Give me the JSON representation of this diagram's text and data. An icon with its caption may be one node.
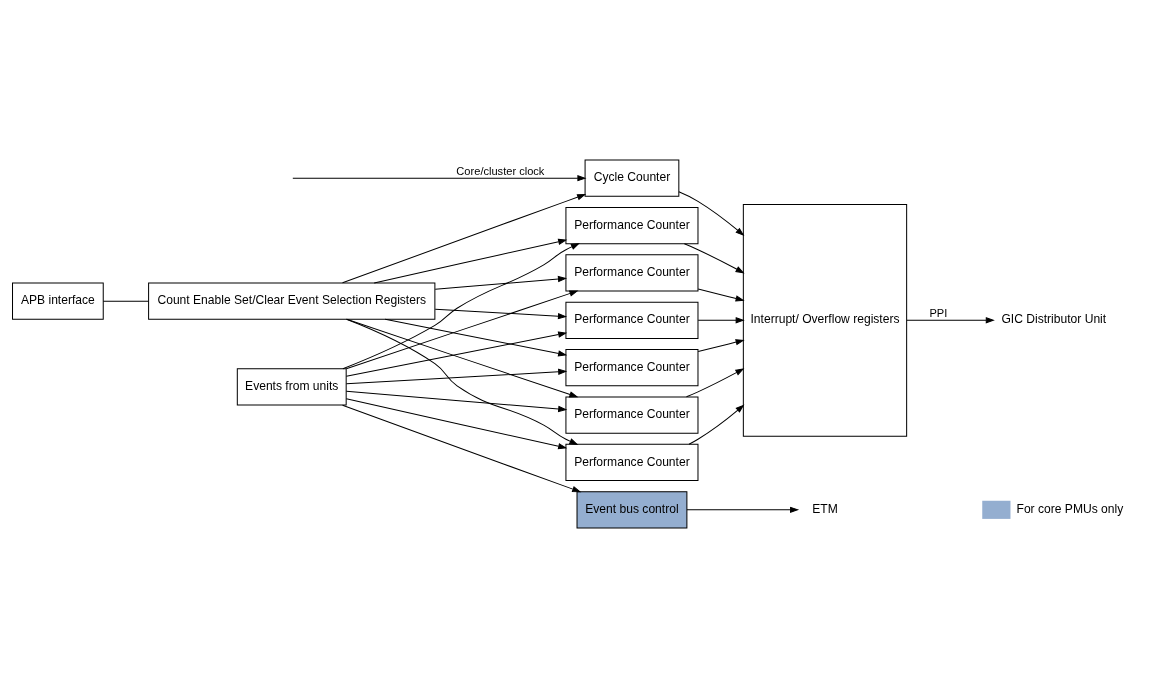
{
  "diagram": {
    "nodes": [
      {
        "text": [
          "APB interface"
        ]
      },
      {
        "text": [
          "Count Enable Set/Clear Event Selection Registers"
        ]
      },
      {
        "text": [
          "Cycle Counter"
        ]
      },
      {
        "text": [
          "Events from units"
        ]
      },
      {
        "text": [
          "Performance Counter"
        ]
      },
      {
        "text": [
          "Performance Counter"
        ]
      },
      {
        "text": [
          "Performance Counter"
        ]
      },
      {
        "text": [
          "Performance Counter"
        ]
      },
      {
        "text": [
          "Performance Counter"
        ]
      },
      {
        "text": [
          "Performance Counter"
        ]
      },
      {
        "text": [
          "Event bus control"
        ]
      },
      {
        "text": [
          "Interrupt/ Overflow registers"
        ]
      },
      {
        "text": [
          "GIC Distributor Unit"
        ]
      },
      {
        "text": [
          "ETM"
        ]
      }
    ],
    "edges": [
      {
        "from": 0,
        "to": 1,
        "arrow": "none"
      },
      {
        "from": null,
        "to": 2,
        "arrow": "to",
        "label": "Core/cluster clock"
      },
      {
        "from": 1,
        "to": 2,
        "arrow": "to"
      },
      {
        "from": 1,
        "to": 4,
        "arrow": "to"
      },
      {
        "from": 1,
        "to": 5,
        "arrow": "to"
      },
      {
        "from": 1,
        "to": 6,
        "arrow": "to"
      },
      {
        "from": 1,
        "to": 7,
        "arrow": "to"
      },
      {
        "from": 1,
        "to": 8,
        "arrow": "to"
      },
      {
        "from": 1,
        "to": 9,
        "arrow": "to"
      },
      {
        "from": 3,
        "to": 4,
        "arrow": "to"
      },
      {
        "from": 3,
        "to": 5,
        "arrow": "to"
      },
      {
        "from": 3,
        "to": 6,
        "arrow": "to"
      },
      {
        "from": 3,
        "to": 7,
        "arrow": "to"
      },
      {
        "from": 3,
        "to": 8,
        "arrow": "to"
      },
      {
        "from": 3,
        "to": 9,
        "arrow": "to"
      },
      {
        "from": 3,
        "to": 10,
        "arrow": "to"
      },
      {
        "from": 2,
        "to": 11,
        "arrow": "to"
      },
      {
        "from": 4,
        "to": 11,
        "arrow": "to"
      },
      {
        "from": 5,
        "to": 11,
        "arrow": "to"
      },
      {
        "from": 6,
        "to": 11,
        "arrow": "to"
      },
      {
        "from": 7,
        "to": 11,
        "arrow": "to"
      },
      {
        "from": 8,
        "to": 11,
        "arrow": "to"
      },
      {
        "from": 9,
        "to": 11,
        "arrow": "to"
      },
      {
        "from": 11,
        "to": 12,
        "arrow": "to",
        "label": "PPI"
      },
      {
        "from": 10,
        "to": 13,
        "arrow": "to"
      }
    ],
    "legend": [
      {
        "text": "For core PMUs only",
        "color": "#94aed0"
      }
    ]
  }
}
